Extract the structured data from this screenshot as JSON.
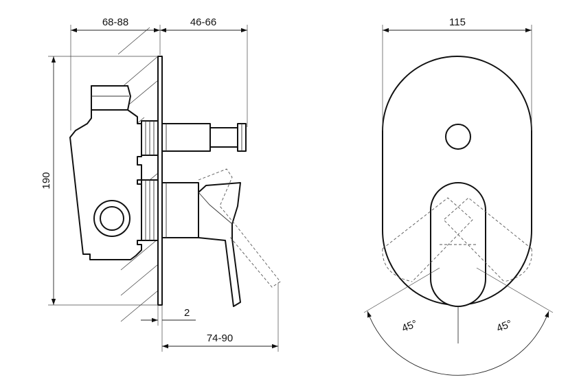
{
  "side_view": {
    "dim_top_left": "68-88",
    "dim_top_right": "46-66",
    "dim_height": "190",
    "dim_plate": "2",
    "dim_bottom": "74-90"
  },
  "front_view": {
    "dim_width": "115",
    "angle_left": "45°",
    "angle_right": "45°"
  }
}
